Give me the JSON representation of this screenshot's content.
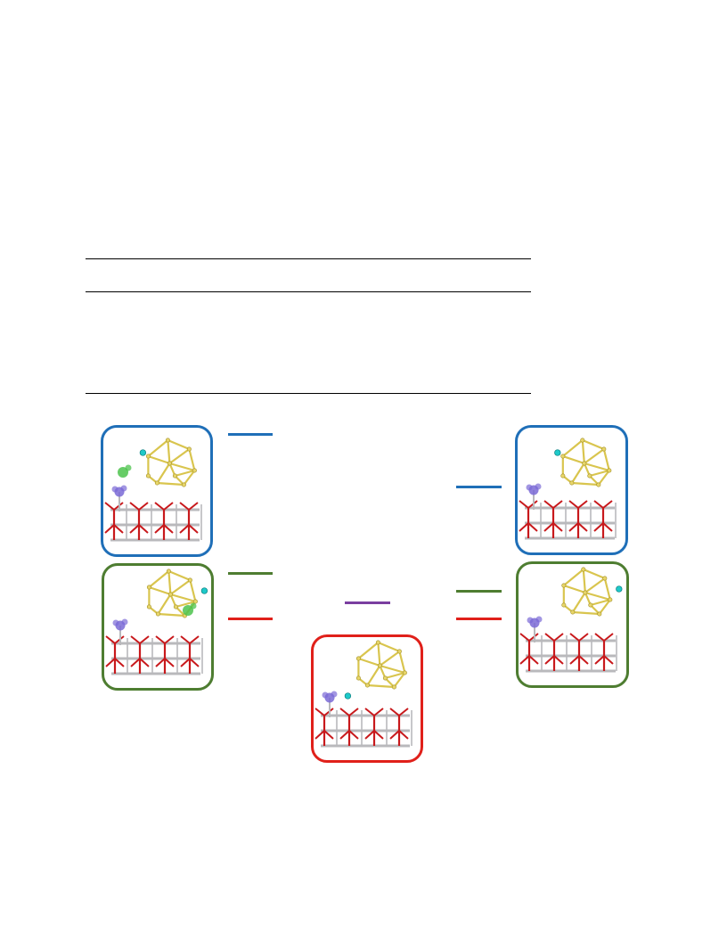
{
  "colors": {
    "blue": "#1f6fb8",
    "green": "#4e7d31",
    "red": "#e0201a",
    "purple": "#7a3ea0",
    "rule": "#000000",
    "gold_cluster": "#d9c54e",
    "cyan_atom": "#1ec9c9",
    "oxygen_red": "#c8191c",
    "metal_gray": "#b9b9bc",
    "adsorbate_purple": "#7a6ad6",
    "adsorbate_green": "#4cc34c"
  },
  "panels": [
    {
      "name": "panel-left-top",
      "border": "blue",
      "cluster": "cage",
      "cyan": "inner",
      "green_fragment": "free",
      "purple_fragment": "on-surface"
    },
    {
      "name": "panel-left-bottom",
      "border": "green",
      "cluster": "cage",
      "cyan": "outer",
      "green_fragment": "floating",
      "purple_fragment": "on-surface"
    },
    {
      "name": "panel-center-bottom",
      "border": "red",
      "cluster": "cage",
      "cyan": "detached",
      "green_fragment": "none",
      "purple_fragment": "on-surface"
    },
    {
      "name": "panel-right-top",
      "border": "blue",
      "cluster": "cage",
      "cyan": "inner",
      "green_fragment": "none",
      "purple_fragment": "on-surface"
    },
    {
      "name": "panel-right-bottom",
      "border": "green",
      "cluster": "cage",
      "cyan": "outer",
      "green_fragment": "none",
      "purple_fragment": "on-surface"
    }
  ],
  "levels": [
    {
      "name": "level-left-blue",
      "color": "blue"
    },
    {
      "name": "level-left-green",
      "color": "green"
    },
    {
      "name": "level-left-red",
      "color": "red"
    },
    {
      "name": "level-center-purple",
      "color": "purple"
    },
    {
      "name": "level-right-blue",
      "color": "blue"
    },
    {
      "name": "level-right-green",
      "color": "green"
    },
    {
      "name": "level-right-red",
      "color": "red"
    }
  ]
}
